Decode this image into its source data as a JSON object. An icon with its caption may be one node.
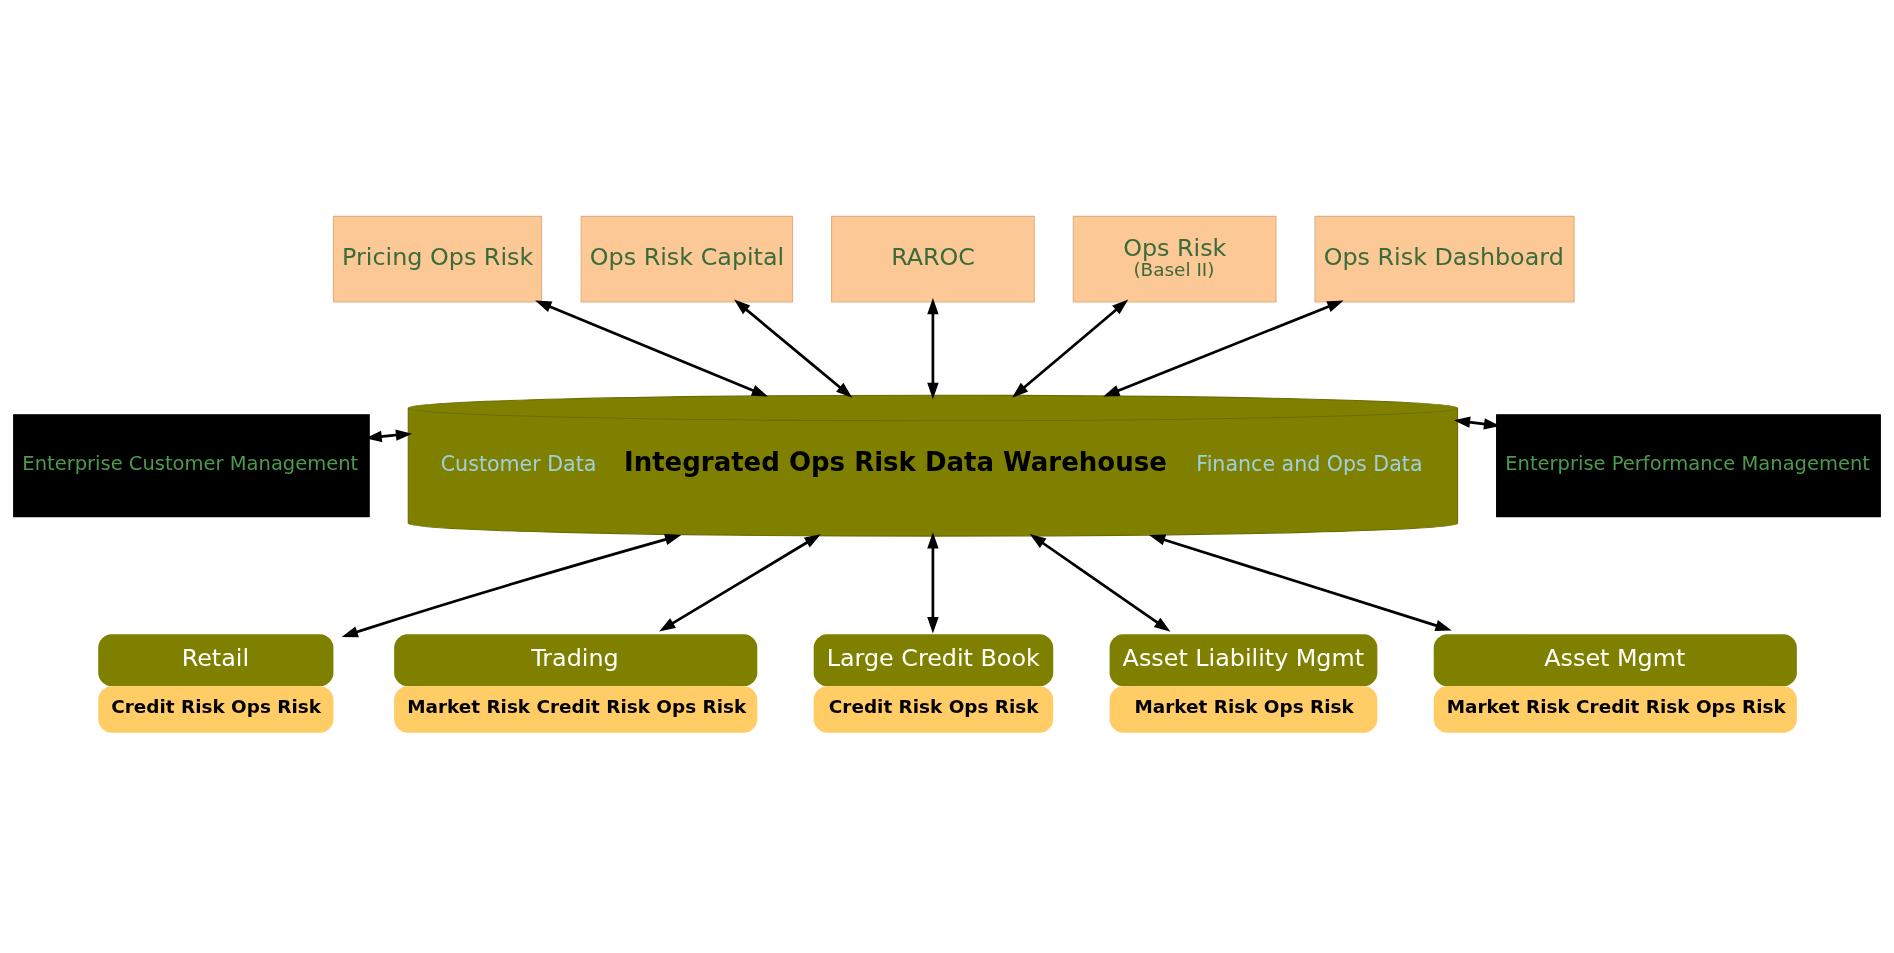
{
  "diagram": {
    "nodes": [
      {
        "text": [
          "Pricing Ops Risk"
        ]
      },
      {
        "text": [
          "Ops Risk Capital"
        ]
      },
      {
        "text": [
          "RAROC"
        ]
      },
      {
        "text": [
          "Ops Risk",
          "(Basel II)"
        ]
      },
      {
        "text": [
          "Ops Risk Dashboard"
        ]
      },
      {
        "text": [
          "Enterprise Customer Management"
        ]
      },
      {
        "text": [
          "Customer Data",
          "Integrated Ops Risk Data Warehouse",
          "Finance and Ops Data"
        ]
      },
      {
        "text": [
          "Enterprise Performance Management"
        ]
      },
      {
        "text": [
          "Retail",
          "Credit Risk Ops Risk"
        ]
      },
      {
        "text": [
          "Trading",
          "Market Risk Credit Risk Ops Risk"
        ]
      },
      {
        "text": [
          "Large Credit Book",
          "Credit Risk Ops Risk"
        ]
      },
      {
        "text": [
          "Asset Liability Mgmt",
          "Market Risk Ops Risk"
        ]
      },
      {
        "text": [
          "Asset Mgmt",
          "Market Risk Credit Risk Ops Risk"
        ]
      }
    ],
    "edges": [
      {
        "from": 0,
        "to": 6,
        "arrow": "both"
      },
      {
        "from": 1,
        "to": 6,
        "arrow": "both"
      },
      {
        "from": 2,
        "to": 6,
        "arrow": "both"
      },
      {
        "from": 3,
        "to": 6,
        "arrow": "both"
      },
      {
        "from": 4,
        "to": 6,
        "arrow": "both"
      },
      {
        "from": 5,
        "to": 6,
        "arrow": "both"
      },
      {
        "from": 6,
        "to": 7,
        "arrow": "both"
      },
      {
        "from": 6,
        "to": 8,
        "arrow": "both"
      },
      {
        "from": 6,
        "to": 9,
        "arrow": "both"
      },
      {
        "from": 6,
        "to": 10,
        "arrow": "both"
      },
      {
        "from": 6,
        "to": 11,
        "arrow": "both"
      },
      {
        "from": 6,
        "to": 12,
        "arrow": "both"
      }
    ]
  }
}
